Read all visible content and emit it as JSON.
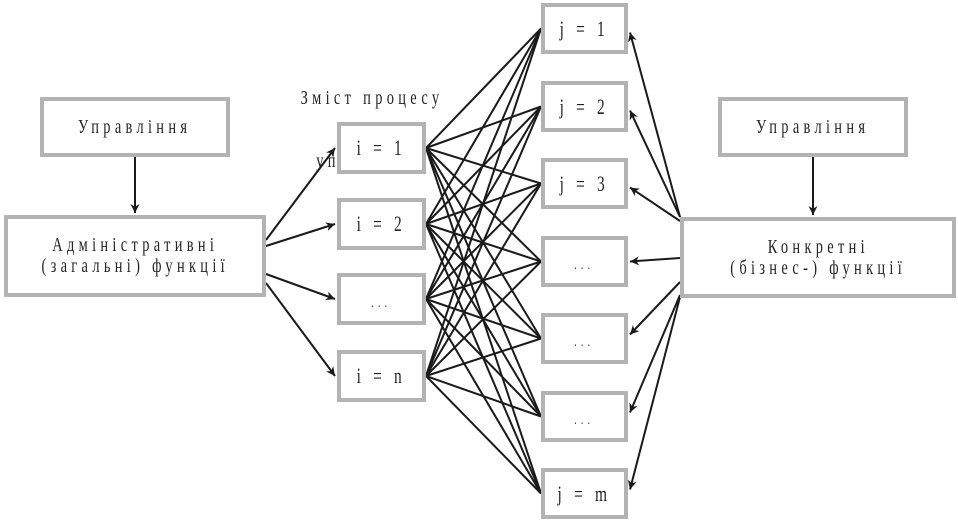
{
  "heading": {
    "line1": "Зміст процесу",
    "line2": "управління"
  },
  "left": {
    "control": "Управління",
    "functions_line1": "Адміністративні",
    "functions_line2": "(загальні) функції"
  },
  "right": {
    "control": "Управління",
    "functions_line1": "Конкретні",
    "functions_line2": "(бізнес-) функції"
  },
  "i_nodes": [
    "i = 1",
    "i = 2",
    "...",
    "i = n"
  ],
  "j_nodes": [
    "j = 1",
    "j = 2",
    "j = 3",
    "...",
    "...",
    "...",
    "j = m"
  ],
  "colors": {
    "box_border": "#b3b3b3",
    "line": "#1a1a1a",
    "text": "#222222"
  }
}
